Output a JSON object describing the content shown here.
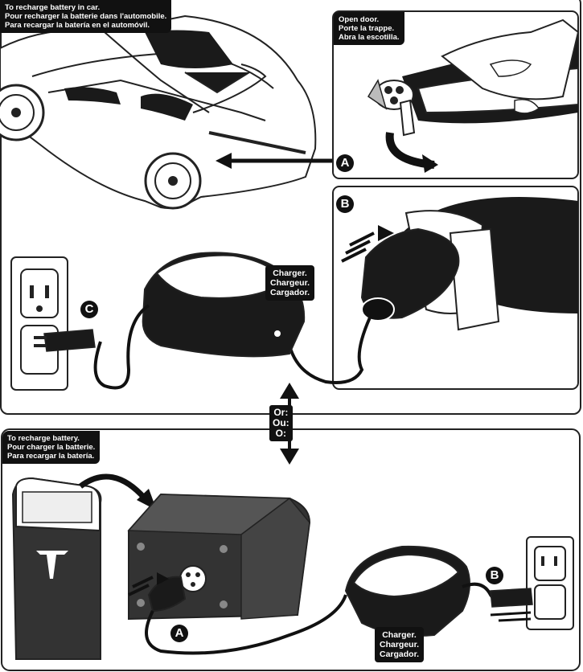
{
  "top_panel": {
    "car_label": [
      "To recharge battery in car.",
      "Pour recharger la batterie dans l'automobile.",
      "Para recargar la batería en el automóvil."
    ],
    "door_label": [
      "Open door.",
      "Porte la trappe.",
      "Abra la escotilla."
    ],
    "charger_label": [
      "Charger.",
      "Chargeur.",
      "Cargador."
    ],
    "badges": {
      "a": "A",
      "b": "B",
      "c": "C"
    }
  },
  "divider": {
    "or_text": [
      "Or:",
      "Ou:",
      "O:"
    ]
  },
  "bottom_panel": {
    "battery_label": [
      "To recharge battery.",
      "Pour charger la batterie.",
      "Para recargar la batería."
    ],
    "charger_label": [
      "Charger.",
      "Chargeur.",
      "Cargador."
    ],
    "badges": {
      "a": "A",
      "b": "B"
    }
  }
}
